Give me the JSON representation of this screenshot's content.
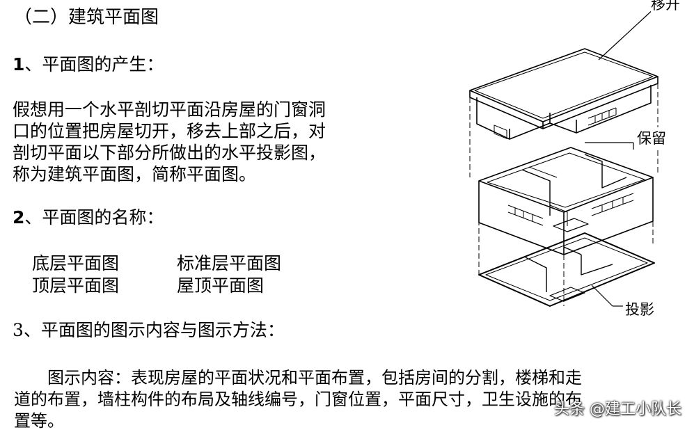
{
  "heading": "（二）建筑平面图",
  "section1": {
    "num": "1",
    "title": "、平面图的产生："
  },
  "paragraph": [
    "假想用一个水平剖切平面沿房屋的门窗洞",
    "口的位置把房屋切开，移去上部之后，对",
    "剖切平面以下部分所做出的水平投影图，",
    "称为建筑平面图，简称平面图。"
  ],
  "section2": {
    "num": "2",
    "title": "、平面图的名称："
  },
  "names": [
    "底层平面图",
    "标准层平面图",
    "顶层平面图",
    "屋顶平面图"
  ],
  "section3": {
    "title": "3、平面图的图示内容与图示方法："
  },
  "body": [
    "　　图示内容：表现房屋的平面状况和平面布置，包括房间的分割，楼梯和走",
    "道的布置，墙柱构件的布局及轴线编号，门窗位置，平面尺寸，卫生设施的布",
    "置等。"
  ],
  "figure_labels": {
    "remove": "移开",
    "keep": "保留",
    "projection": "投影"
  },
  "watermark": "头条 @建工小队长"
}
